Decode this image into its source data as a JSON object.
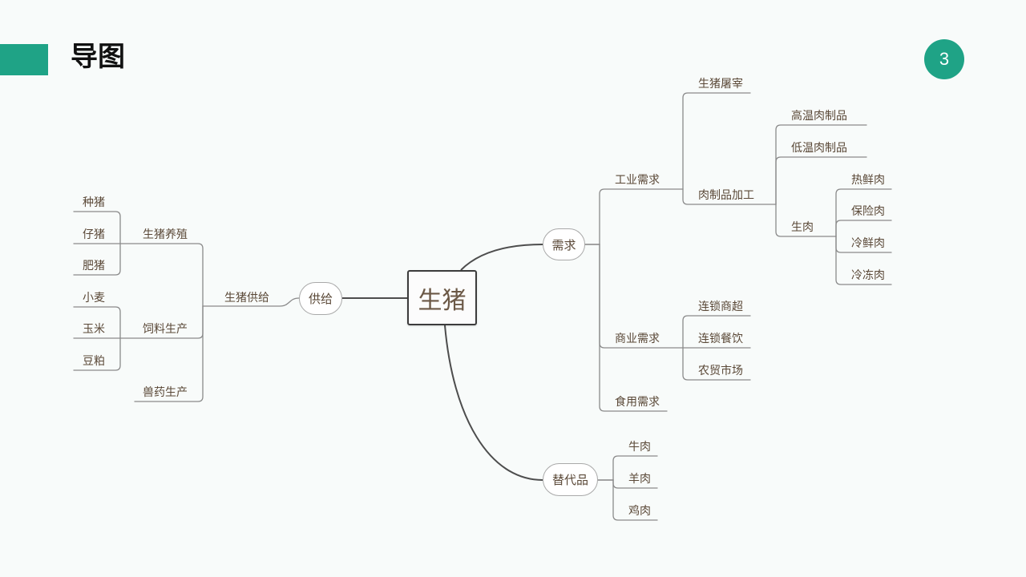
{
  "slide": {
    "title": "导图",
    "page_number": "3"
  },
  "colors": {
    "accent": "#1fa386",
    "background": "#f8fbfa",
    "text": "#5a4837",
    "line": "#4d4d4d"
  },
  "mindmap": {
    "root": "生猪",
    "supply": {
      "label": "供给",
      "children": [
        {
          "label": "生猪供给",
          "children": [
            {
              "label": "生猪养殖",
              "children": [
                {
                  "label": "种猪"
                },
                {
                  "label": "仔猪"
                },
                {
                  "label": "肥猪"
                }
              ]
            },
            {
              "label": "饲料生产",
              "children": [
                {
                  "label": "小麦"
                },
                {
                  "label": "玉米"
                },
                {
                  "label": "豆粕"
                }
              ]
            },
            {
              "label": "兽药生产"
            }
          ]
        }
      ]
    },
    "demand": {
      "label": "需求",
      "children": [
        {
          "label": "工业需求",
          "children": [
            {
              "label": "生猪屠宰"
            },
            {
              "label": "肉制品加工",
              "children": [
                {
                  "label": "高温肉制品"
                },
                {
                  "label": "低温肉制品"
                },
                {
                  "label": "生肉",
                  "children": [
                    {
                      "label": "热鲜肉"
                    },
                    {
                      "label": "保险肉"
                    },
                    {
                      "label": "冷鲜肉"
                    },
                    {
                      "label": "冷冻肉"
                    }
                  ]
                }
              ]
            }
          ]
        },
        {
          "label": "商业需求",
          "children": [
            {
              "label": "连锁商超"
            },
            {
              "label": "连锁餐饮"
            },
            {
              "label": "农贸市场"
            }
          ]
        },
        {
          "label": "食用需求"
        }
      ]
    },
    "substitutes": {
      "label": "替代品",
      "children": [
        {
          "label": "牛肉"
        },
        {
          "label": "羊肉"
        },
        {
          "label": "鸡肉"
        }
      ]
    }
  }
}
